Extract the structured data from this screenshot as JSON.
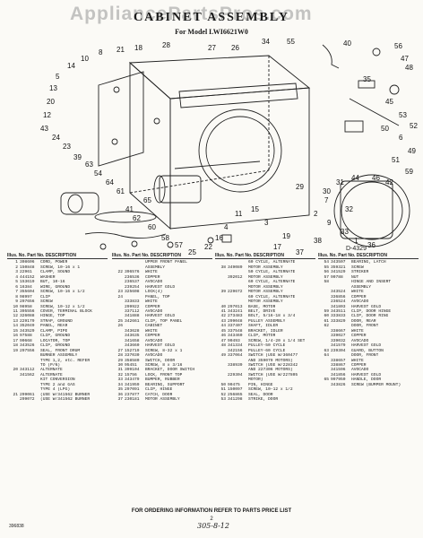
{
  "watermark": "AppliancePartsPros.com",
  "title": "CABINET ASSEMBLY",
  "subtitle": "For Model LWI6621W0",
  "drawing_id": "D-4329",
  "callouts": [
    "28",
    "34",
    "27",
    "26",
    "55",
    "40",
    "56",
    "47",
    "48",
    "35",
    "45",
    "53",
    "52",
    "50",
    "6",
    "49",
    "51",
    "59",
    "46",
    "42",
    "44",
    "31",
    "30",
    "7",
    "32",
    "29",
    "2",
    "9",
    "33",
    "1",
    "36",
    "38",
    "37",
    "17",
    "19",
    "3",
    "15",
    "11",
    "4",
    "16",
    "22",
    "25",
    "57",
    "58",
    "60",
    "62",
    "41",
    "65",
    "61",
    "64",
    "54",
    "63",
    "39",
    "23",
    "24",
    "43",
    "12",
    "20",
    "13",
    "5",
    "14",
    "10",
    "8",
    "21",
    "18"
  ],
  "parts_header": {
    "illus_no": "Illus. No.",
    "part_no": "Part No.",
    "description": "DESCRIPTION"
  },
  "parts": [
    [
      "1",
      "308606",
      "CORD, POWER"
    ],
    [
      "2",
      "150848",
      "SCREW, 10-16 x 1"
    ],
    [
      "3",
      "22961",
      "CLAMP, SOUND"
    ],
    [
      "4",
      "444152",
      "WASHER"
    ],
    [
      "5",
      "153619",
      "BUT, 10-16"
    ],
    [
      "6",
      "16384",
      "WIRE, GROUND"
    ],
    [
      "7",
      "355604",
      "SCREW, 10-16 x 1/2"
    ],
    [
      "8",
      "98997",
      "CLIP"
    ],
    [
      "9",
      "297656",
      "SCREW"
    ],
    [
      "10",
      "98958",
      "SCREW, 10-12 x 1/2"
    ],
    [
      "11",
      "395556",
      "COVER, TERMINAL BLOCK"
    ],
    [
      "12",
      "326088",
      "HINGE, TOP"
    ],
    [
      "13",
      "229179",
      "STRAP, GROUND"
    ],
    [
      "14",
      "352049",
      "PANEL, REAR"
    ],
    [
      "15",
      "343529",
      "CLAMP, PIPE"
    ],
    [
      "16",
      "97588",
      "CLIP, GROUND"
    ],
    [
      "17",
      "90668",
      "LOCATOR, TOP"
    ],
    [
      "18",
      "343526",
      "CLIP, GROUND"
    ],
    [
      "19",
      "297556",
      "SEAL, FRONT DRUM"
    ],
    [
      "",
      "",
      "BURNER ASSEMBLY"
    ],
    [
      "",
      "",
      "TYPE 1,2, etc. REFER"
    ],
    [
      "",
      "",
      "TO (P/N)"
    ],
    [
      "20",
      "343112",
      "ALTERNATE"
    ],
    [
      "",
      "341562",
      "ALTERNATE"
    ],
    [
      "",
      "",
      "KIT CONVERSION"
    ],
    [
      "",
      "",
      "TYPE 2 and GAS"
    ],
    [
      "",
      "",
      "TYPE 4 (LPG)"
    ],
    [
      "21",
      "299061",
      "(USE W/341562 BURNER"
    ],
    [
      "",
      "299072",
      "(USE W/341562 BURNER"
    ],
    [
      "",
      "",
      "UPPER FRONT PANEL"
    ],
    [
      "",
      "",
      "ASSEMBLY"
    ],
    [
      "22",
      "396576",
      "WHITE"
    ],
    [
      "",
      "236536",
      "COPPER"
    ],
    [
      "",
      "236537",
      "AVOCADO"
    ],
    [
      "",
      "239254",
      "HARVEST GOLD"
    ],
    [
      "23",
      "325608",
      "LOCK(4)"
    ],
    [
      "24",
      "",
      "PANEL, TOP"
    ],
    [
      "",
      "333833",
      "WHITE"
    ],
    [
      "",
      "299922",
      "COPPER"
    ],
    [
      "",
      "337112",
      "AVOCADO"
    ],
    [
      "",
      "341888",
      "HARVEST GOLD"
    ],
    [
      "25",
      "342661",
      "CLIP, TOP PANEL"
    ],
    [
      "26",
      "",
      "CABINET"
    ],
    [
      "",
      "343628",
      "WHITE"
    ],
    [
      "",
      "343635",
      "COPPER"
    ],
    [
      "",
      "341658",
      "AVOCADO"
    ],
    [
      "",
      "343660",
      "HARVEST GOLD"
    ],
    [
      "27",
      "152719",
      "SCREW, 8-32 x 1"
    ],
    [
      "28",
      "337030",
      "AVOCADO"
    ],
    [
      "29",
      "358580",
      "SWITCH, DOOR"
    ],
    [
      "30",
      "95451",
      "SCREW, 8 x 3/16"
    ],
    [
      "31",
      "399104",
      "BRACKET, DOOR SWITCH"
    ],
    [
      "32",
      "15756",
      "LOCK, FRONT TOP"
    ],
    [
      "33",
      "343479",
      "BUMPER, RUBBER"
    ],
    [
      "34",
      "341959",
      "BEARING, SUPPORT"
    ],
    [
      "35",
      "297091",
      "CLIP, HINGE"
    ],
    [
      "36",
      "237877",
      "CATCH, DOOR"
    ],
    [
      "37",
      "230181",
      "MOTOR ASSEMBLY"
    ],
    [
      "",
      "",
      "60 CYCLE, ALTERNATE"
    ],
    [
      "38",
      "349089",
      "MOTOR ASSEMBLY"
    ],
    [
      "",
      "",
      "50 CYCLE, ALTERNATE"
    ],
    [
      "",
      "392012",
      "MOTOR ASSEMBLY"
    ],
    [
      "",
      "",
      "60 CYCLE, ALTERNATE"
    ],
    [
      "",
      "",
      "MOTOR ASSEMBLY"
    ],
    [
      "39",
      "229672",
      "MOTOR ASSEMBLY"
    ],
    [
      "",
      "",
      "60 CYCLE, ALTERNATE"
    ],
    [
      "",
      "",
      "MOTOR ASSEMBLY"
    ],
    [
      "40",
      "297013",
      "BASE, MOTOR"
    ],
    [
      "41",
      "343241",
      "BELT, DRIVE"
    ],
    [
      "42",
      "273483",
      "BOLT, 5/16-18 x 3/4"
    ],
    [
      "43",
      "299048",
      "PULLEY ASSEMBLY"
    ],
    [
      "44",
      "337407",
      "SHAFT, IDLER"
    ],
    [
      "45",
      "337548",
      "BRACKET, IDLER"
    ],
    [
      "46",
      "343460",
      "CLIP, MOTOR"
    ],
    [
      "47",
      "90493",
      "SCREW, 1/4-20 x 1/4 SET"
    ],
    [
      "48",
      "341334",
      "PULLEY-50 CYCLE"
    ],
    [
      "",
      "342156",
      "PULLEY-60 CYCLE"
    ],
    [
      "49",
      "337064",
      "SWITCH (USE W/360477"
    ],
    [
      "",
      "",
      "AND 359079 MOTORS)"
    ],
    [
      "",
      "338939",
      "SWITCH (USE W/228342"
    ],
    [
      "",
      "",
      "AND 227306 MOTORS)"
    ],
    [
      "",
      "229304",
      "SWITCH (USE W/227805"
    ],
    [
      "",
      "",
      "MOTOR)"
    ],
    [
      "50",
      "90475",
      "PIN, HINGE"
    ],
    [
      "51",
      "150097",
      "SCREW, 10-12 x 1/2"
    ],
    [
      "52",
      "256865",
      "SEAL, DOOR"
    ],
    [
      "53",
      "341298",
      "STRIKE, DOOR"
    ],
    [
      "54",
      "343507",
      "BEARING, LATCH"
    ],
    [
      "55",
      "359321",
      "SCREW"
    ],
    [
      "56",
      "341529",
      "STRIKER"
    ],
    [
      "57",
      "90788",
      "NUT"
    ],
    [
      "58",
      "",
      "HINGE AND INSERT"
    ],
    [
      "",
      "",
      "ASSEMBLY"
    ],
    [
      "",
      "343524",
      "WHITE"
    ],
    [
      "",
      "336856",
      "COPPER"
    ],
    [
      "",
      "236524",
      "AVOCADO"
    ],
    [
      "",
      "341803",
      "HARVEST GOLD"
    ],
    [
      "59",
      "343511",
      "CLIP, DOOR HINGE"
    ],
    [
      "60",
      "333833",
      "CLIP, DOOR RING"
    ],
    [
      "61",
      "333829",
      "DOOR, REAR"
    ],
    [
      "62",
      "",
      "DOOR, FRONT"
    ],
    [
      "",
      "338667",
      "WHITE"
    ],
    [
      "",
      "339027",
      "COPPER"
    ],
    [
      "",
      "339032",
      "AVOCADO"
    ],
    [
      "",
      "341579",
      "HARVEST GOLD"
    ],
    [
      "63",
      "239304",
      "GUARD, BUTTON"
    ],
    [
      "64",
      "",
      "DOOR, FRONT"
    ],
    [
      "",
      "338657",
      "WHITE"
    ],
    [
      "",
      "338867",
      "COPPER"
    ],
    [
      "",
      "341596",
      "AVOCADO"
    ],
    [
      "",
      "341856",
      "HARVEST GOLD"
    ],
    [
      "65",
      "997950",
      "HANDLE, DOOR"
    ],
    [
      "",
      "343826",
      "SCREW (BUMPER MOUNT)"
    ]
  ],
  "footer": "FOR ORDERING INFORMATION REFER TO PARTS PRICE LIST",
  "page_number": "2",
  "doc_number": "396838",
  "handnote": "305-8-12"
}
